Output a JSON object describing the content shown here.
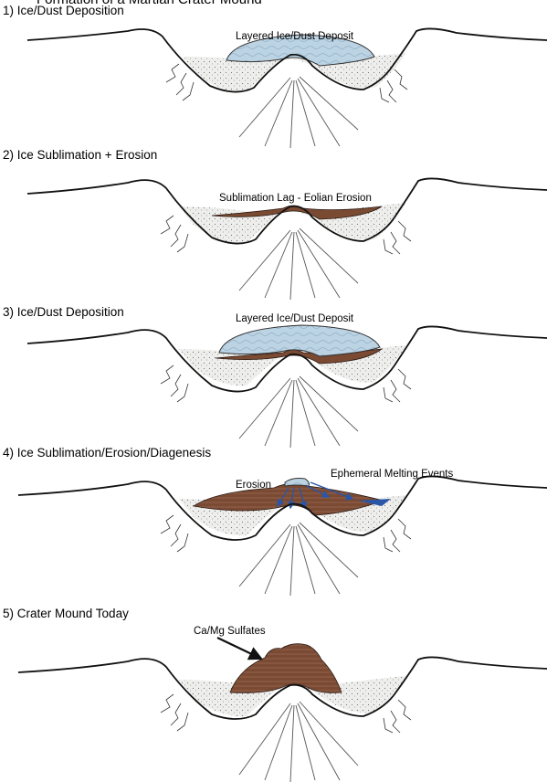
{
  "partial_header": "Formation of a Martian Crater Mound",
  "panels": [
    {
      "step": "1) Ice/Dust Deposition",
      "annotations": [
        "Layered Ice/Dust Deposit"
      ]
    },
    {
      "step": "2) Ice Sublimation + Erosion",
      "annotations": [
        "Sublimation Lag - Eolian Erosion"
      ]
    },
    {
      "step": "3) Ice/Dust Deposition",
      "annotations": [
        "Layered Ice/Dust Deposit"
      ]
    },
    {
      "step": "4) Ice Sublimation/Erosion/Diagenesis",
      "annotations": [
        "Erosion",
        "Ephemeral Melting Events"
      ]
    },
    {
      "step": "5) Crater Mound Today",
      "annotations": [
        "Ca/Mg Sulfates"
      ]
    }
  ],
  "colors": {
    "ice": "#bcd3e3",
    "lag": "#7a4a33",
    "melt": "#2a56a8",
    "crater_fill": "#e7e7e5"
  }
}
